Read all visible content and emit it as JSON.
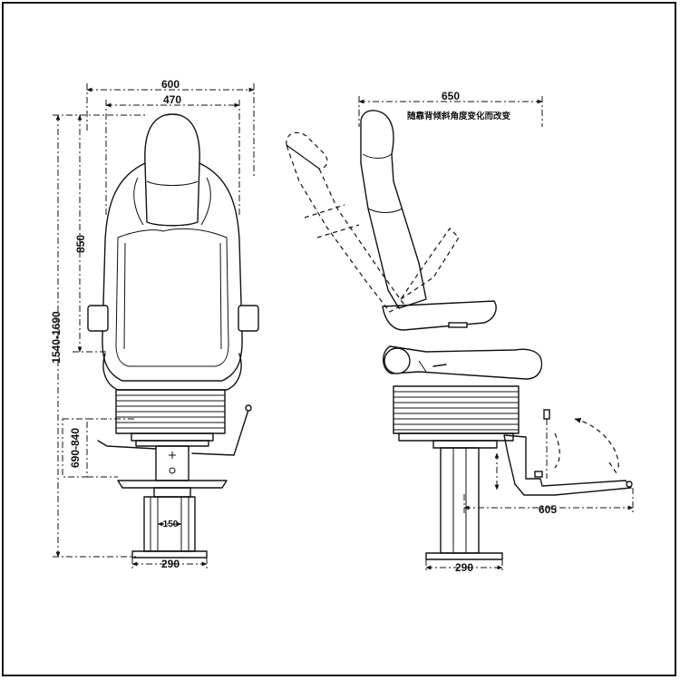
{
  "front_view": {
    "dim_overall_width": "600",
    "dim_backrest_width": "470",
    "dim_overall_height": "1540-1690",
    "dim_backrest_height": "850",
    "dim_seat_height": "690-840",
    "dim_base_width": "290",
    "dim_column_width": "150"
  },
  "side_view": {
    "dim_depth": "650",
    "note_depth": "随靠背倾斜角度变化而改变",
    "dim_footrest": "605",
    "dim_base_width": "290"
  },
  "colors": {
    "line": "#111111",
    "background": "#ffffff"
  }
}
